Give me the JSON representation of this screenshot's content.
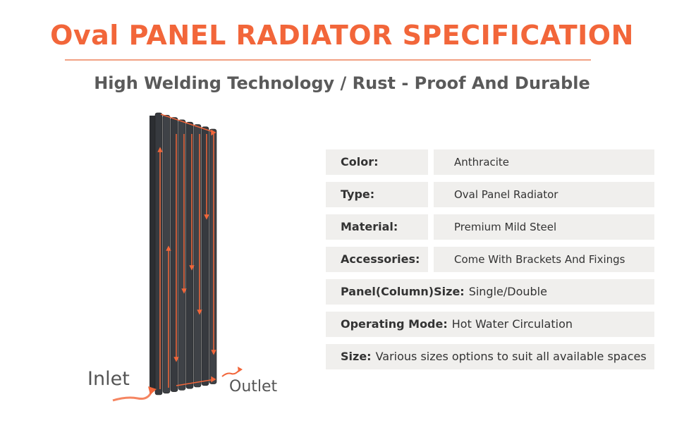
{
  "title": "Oval PANEL RADIATOR SPECIFICATION",
  "subtitle": "High Welding Technology / Rust - Proof And Durable",
  "diagram": {
    "inlet_label": "Inlet",
    "outlet_label": "Outlet"
  },
  "specs": [
    {
      "label": "Color:",
      "value": "Anthracite"
    },
    {
      "label": "Type:",
      "value": "Oval Panel Radiator"
    },
    {
      "label": "Material:",
      "value": "Premium Mild Steel"
    },
    {
      "label": "Accessories:",
      "value": "Come With Brackets And Fixings"
    },
    {
      "label": "Panel(Column)Size:",
      "value": "Single/Double"
    },
    {
      "label": "Operating Mode:",
      "value": "Hot Water Circulation"
    },
    {
      "label": "Size:",
      "value": "Various sizes options to suit all available spaces"
    }
  ],
  "colors": {
    "accent": "#f2663a",
    "radiator": "#3a3d42",
    "row_bg": "#f0efed"
  }
}
